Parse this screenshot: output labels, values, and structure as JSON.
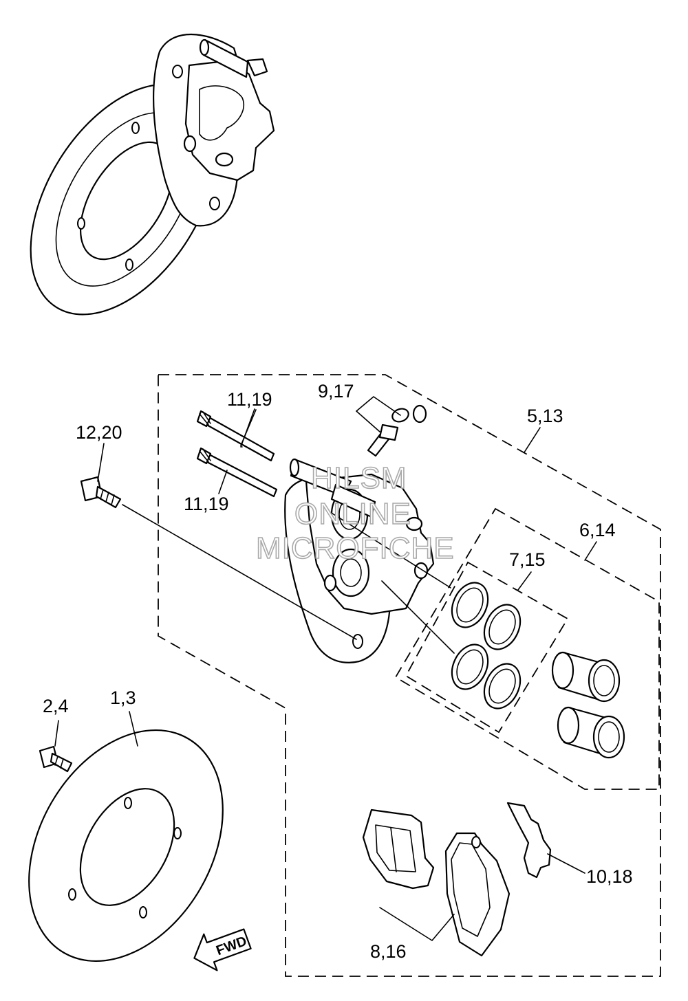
{
  "callouts": {
    "c_11_19_top": "11,19",
    "c_11_19_bottom": "11,19",
    "c_9_17": "9,17",
    "c_12_20": "12,20",
    "c_5_13": "5,13",
    "c_6_14": "6,14",
    "c_7_15": "7,15",
    "c_2_4": "2,4",
    "c_1_3": "1,3",
    "c_10_18": "10,18",
    "c_8_16": "8,16"
  },
  "watermark": {
    "line1": "HILSM",
    "line2": "ONLINE",
    "line3": "MICROFICHE"
  },
  "badge": {
    "fwd": "FWD"
  }
}
